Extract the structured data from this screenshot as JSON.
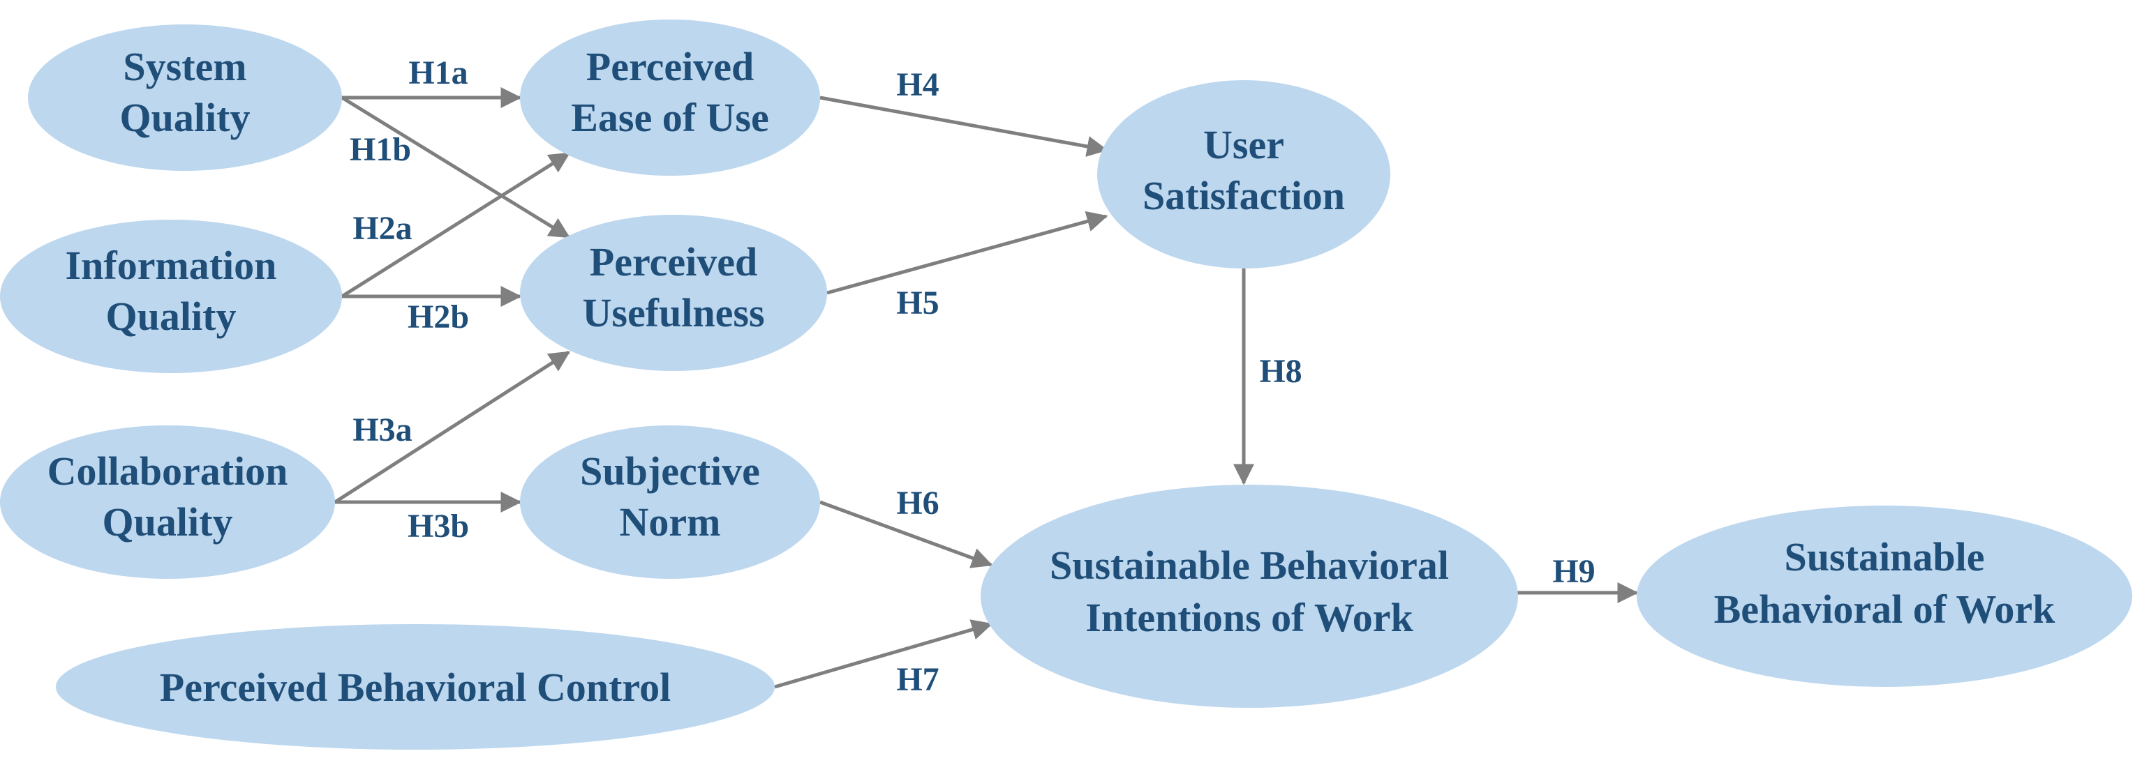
{
  "nodes": {
    "system_quality": [
      "System",
      "Quality"
    ],
    "information_quality": [
      "Information",
      "Quality"
    ],
    "collaboration_quality": [
      "Collaboration",
      "Quality"
    ],
    "perceived_behavioral_control": [
      "Perceived Behavioral Control"
    ],
    "perceived_ease_of_use": [
      "Perceived",
      "Ease of Use"
    ],
    "perceived_usefulness": [
      "Perceived",
      "Usefulness"
    ],
    "subjective_norm": [
      "Subjective",
      "Norm"
    ],
    "user_satisfaction": [
      "User",
      "Satisfaction"
    ],
    "sustainable_behavioral_intentions": [
      "Sustainable Behavioral",
      "Intentions of Work"
    ],
    "sustainable_behavioral_of_work": [
      "Sustainable",
      "Behavioral of Work"
    ]
  },
  "edges": {
    "h1a": "H1a",
    "h1b": "H1b",
    "h2a": "H2a",
    "h2b": "H2b",
    "h3a": "H3a",
    "h3b": "H3b",
    "h4": "H4",
    "h5": "H5",
    "h6": "H6",
    "h7": "H7",
    "h8": "H8",
    "h9": "H9"
  }
}
